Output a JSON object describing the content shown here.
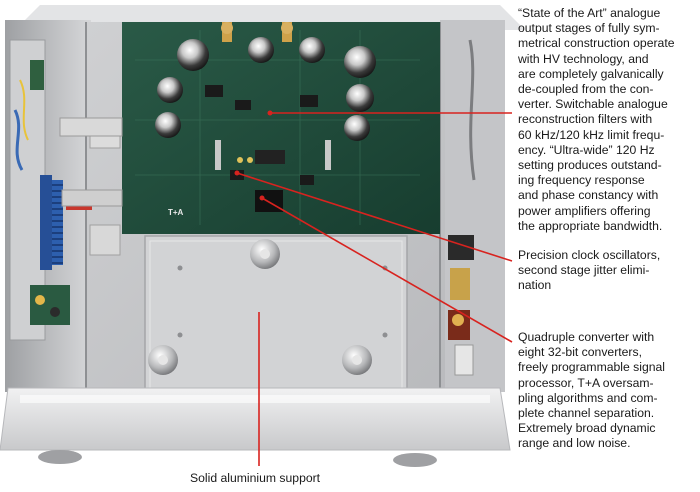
{
  "callouts": {
    "output_stages": [
      "“State of the Art” analogue",
      "output stages of fully sym-",
      "metrical construction operate",
      "with HV technology, and",
      "are completely galvanically",
      "de-coupled from the con-",
      "verter. Switchable analogue",
      "reconstruction filters with",
      "60 kHz/120 kHz limit frequ-",
      "ency. “Ultra-wide” 120 Hz",
      "setting produces outstand-",
      "ing frequency response",
      "and phase constancy with",
      "power amplifiers offering",
      "the appropriate bandwidth."
    ],
    "clock": [
      "Precision clock oscillators,",
      "second stage jitter elimi-",
      "nation"
    ],
    "converter": [
      "Quadruple converter with",
      "eight 32-bit converters,",
      "freely programmable signal",
      "processor, T+A oversam-",
      "pling algorithms and com-",
      "plete channel separation.",
      "Extremely broad dynamic",
      "range and low noise."
    ],
    "support": "Solid aluminium support"
  },
  "board_logo": "T+A",
  "colors": {
    "leader_line": "#d8231f",
    "pcb_green": "#1f4a3a",
    "chassis": "#c9cacc",
    "text": "#1a1a1a"
  }
}
